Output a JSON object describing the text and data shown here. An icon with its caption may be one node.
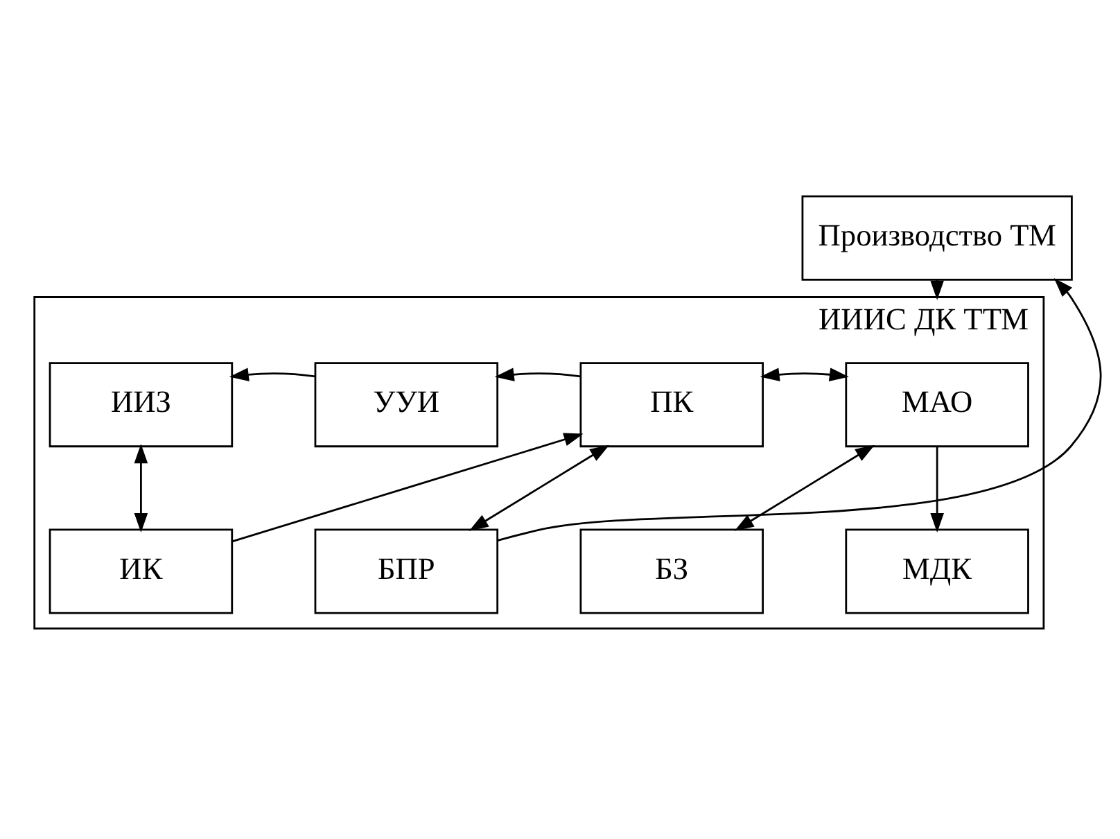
{
  "diagram": {
    "nodes": [
      {
        "text": [
          "Производство ТМ"
        ]
      },
      {
        "text": [
          "ИИИС ДК ТТМ"
        ]
      },
      {
        "text": [
          "ИИЗ"
        ],
        "in": 1
      },
      {
        "text": [
          "УУИ"
        ],
        "in": 1
      },
      {
        "text": [
          "ПК"
        ],
        "in": 1
      },
      {
        "text": [
          "МАО"
        ],
        "in": 1
      },
      {
        "text": [
          "ИК"
        ],
        "in": 1
      },
      {
        "text": [
          "БПР"
        ],
        "in": 1
      },
      {
        "text": [
          "БЗ"
        ],
        "in": 1
      },
      {
        "text": [
          "МДК"
        ],
        "in": 1
      }
    ],
    "edges": [
      {
        "from": 0,
        "to": 1,
        "arrow": "to"
      },
      {
        "from": 3,
        "to": 2,
        "arrow": "to"
      },
      {
        "from": 4,
        "to": 3,
        "arrow": "to"
      },
      {
        "from": 4,
        "to": 5,
        "arrow": "both"
      },
      {
        "from": 2,
        "to": 6,
        "arrow": "both"
      },
      {
        "from": 6,
        "to": 4,
        "arrow": "to"
      },
      {
        "from": 4,
        "to": 7,
        "arrow": "both"
      },
      {
        "from": 5,
        "to": 8,
        "arrow": "both"
      },
      {
        "from": 5,
        "to": 9,
        "arrow": "to"
      },
      {
        "from": 7,
        "to": 0,
        "arrow": "to"
      }
    ]
  }
}
